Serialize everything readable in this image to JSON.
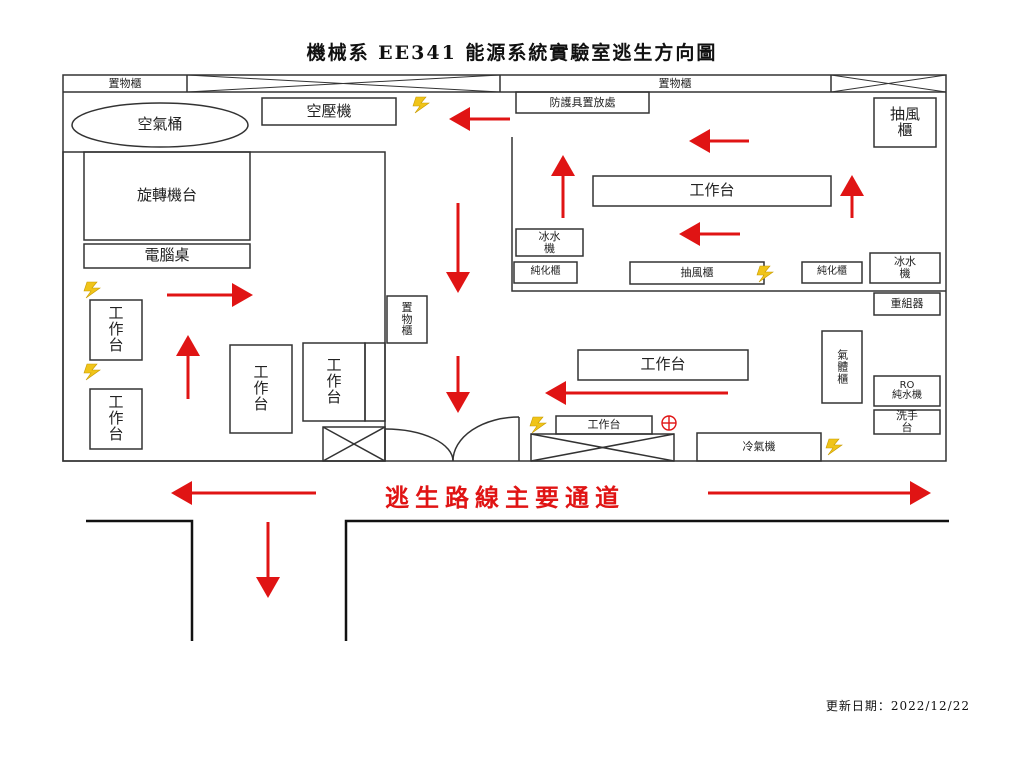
{
  "title": "機械系 EE341 能源系統實驗室逃生方向圖",
  "rooms": {
    "shelf_top_left": "置物櫃",
    "shelf_top_right": "置物櫃",
    "air_tank": "空氣桶",
    "air_compressor": "空壓機",
    "ppe_storage": "防護具置放處",
    "exhaust_cabinet_right": "抽風\n櫃",
    "rotating_machine_table": "旋轉機台",
    "computer_desk": "電腦桌",
    "workbench_left_1": "工\n作\n台",
    "workbench_left_2": "工\n作\n台",
    "workbench_mid_1": "工\n作\n台",
    "workbench_mid_2": "工\n作\n台",
    "shelf_middle": "置\n物\n櫃",
    "workbench_upper": "工作台",
    "chiller_1": "冰水\n機",
    "purifier_1": "純化櫃",
    "exhaust_cabinet_mid": "抽風櫃",
    "purifier_2": "純化櫃",
    "chiller_2": "冰水\n機",
    "reassembler": "重組器",
    "workbench_lower": "工作台",
    "gas_cabinet": "氣體櫃",
    "ro_unit": "RO\n純水機",
    "wash_basin": "洗手\n台",
    "workbench_door": "工作台",
    "air_conditioner": "冷氣機"
  },
  "main_route_label": "逃生路線主要通道",
  "updated_date": "更新日期：2022/12/22",
  "colors": {
    "arrow": "#e01414",
    "wall": "#333333",
    "outlet": "#f0c419"
  }
}
